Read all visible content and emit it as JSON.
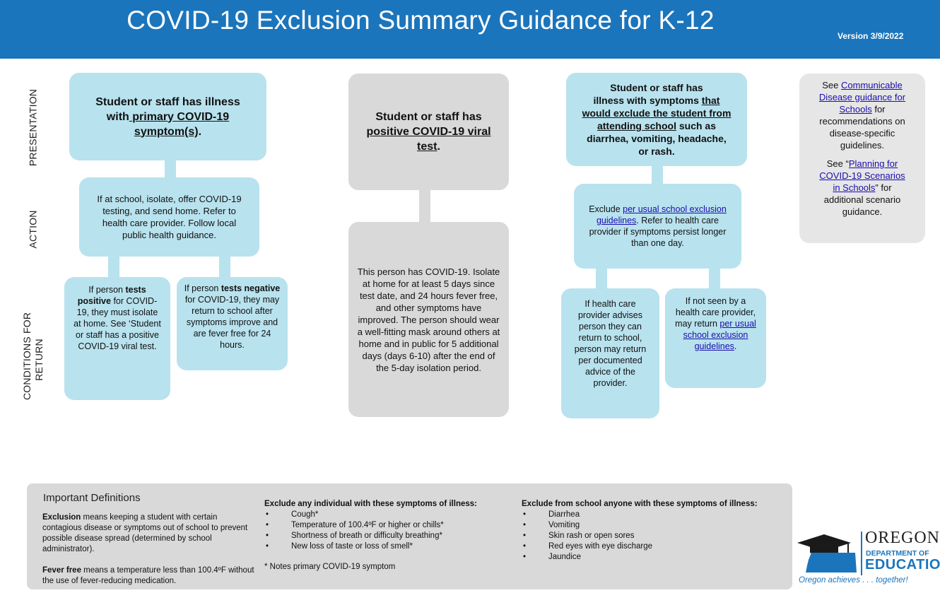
{
  "header": {
    "title": "COVID-19 Exclusion Summary Guidance for K-12",
    "version": "Version 3/9/2022"
  },
  "row_labels": {
    "presentation": "PRESENTATION",
    "action": "ACTION",
    "conditions_line1": "CONDITIONS FOR",
    "conditions_line2": "RETURN"
  },
  "col1": {
    "presentation": {
      "line1": "Student or staff has illness",
      "line2_pre": "with",
      "line2_u": " primary COVID-19",
      "line3_u": "symptom(s)",
      "line3_post": "."
    },
    "action": "If at school, isolate, offer COVID-19 testing, and send home. Refer to health care provider. Follow local public health guidance.",
    "return_positive": {
      "pre": "If person ",
      "bold": "tests positive",
      "post": " for COVID-19, they must isolate at home. See ‘Student or staff has a positive COVID-19 viral test."
    },
    "return_negative": {
      "pre": "If person ",
      "bold": "tests negative",
      "post": " for COVID-19, they may return to school after symptoms improve and are fever free for 24 hours."
    }
  },
  "col2": {
    "presentation": {
      "line1": "Student or staff has",
      "line2_u": "positive COVID-19 viral",
      "line3_u": "test",
      "line3_post": "."
    },
    "condition": "This person has COVID-19. Isolate at home for at least 5 days since test date, and 24 hours fever free, and other symptoms have improved. The person should wear a well-fitting mask around others at home and in public for 5 additional days (days 6-10) after the end of the 5-day isolation period."
  },
  "col3": {
    "presentation": {
      "line1": "Student or staff has",
      "line2_pre": "illness with symptoms ",
      "line2_u": "that",
      "line3_u": "would exclude the student from",
      "line4_u": "attending school",
      "line4_post": " such as",
      "line5": "diarrhea, vomiting, headache,",
      "line6": "or rash."
    },
    "action": {
      "pre": "Exclude ",
      "link": "per usual school exclusion guidelines",
      "post": ". Refer to health care provider if symptoms persist longer than one day."
    },
    "return_provider": "If health care provider advises person they can return to school, person may return per documented advice of the provider.",
    "return_not_seen": {
      "pre": "If not seen by a health care provider, may return ",
      "link": "per usual school exclusion guidelines",
      "post": "."
    }
  },
  "sidebar": {
    "p1_pre": "See ",
    "p1_link": "Communicable Disease guidance for Schools",
    "p1_post": " for recommendations on disease-specific guidelines.",
    "p2_pre": "See “",
    "p2_link": "Planning for COVID-19 Scenarios in Schools",
    "p2_post": "” for additional scenario guidance."
  },
  "definitions": {
    "heading": "Important Definitions",
    "exclusion_term": "Exclusion",
    "exclusion_def": " means keeping a student with certain contagious disease or symptoms out of school to prevent possible disease spread (determined by school administrator).",
    "fever_term": "Fever free",
    "fever_def": " means a temperature less than 100.4ºF without the use of fever-reducing medication.",
    "list1_heading": "Exclude any individual with these symptoms of illness:",
    "list1": [
      "Cough*",
      "Temperature of 100.4ºF or higher or chills*",
      "Shortness of breath or difficulty breathing*",
      "New loss of taste or loss of smell*"
    ],
    "list1_note": "* Notes primary COVID-19 symptom",
    "list2_heading": "Exclude from school anyone with these symptoms of illness:",
    "list2": [
      "Diarrhea",
      "Vomiting",
      "Skin rash or open sores",
      "Red eyes with eye discharge",
      "Jaundice"
    ]
  },
  "logo": {
    "line1": "OREGON",
    "line2": "DEPARTMENT OF",
    "line3": "EDUCATION",
    "tagline": "Oregon achieves . . . together!"
  },
  "colors": {
    "header_blue": "#1b75bc",
    "box_blue": "#b8e2ee",
    "box_gray": "#d9d9d9",
    "link": "#1a0dab"
  }
}
